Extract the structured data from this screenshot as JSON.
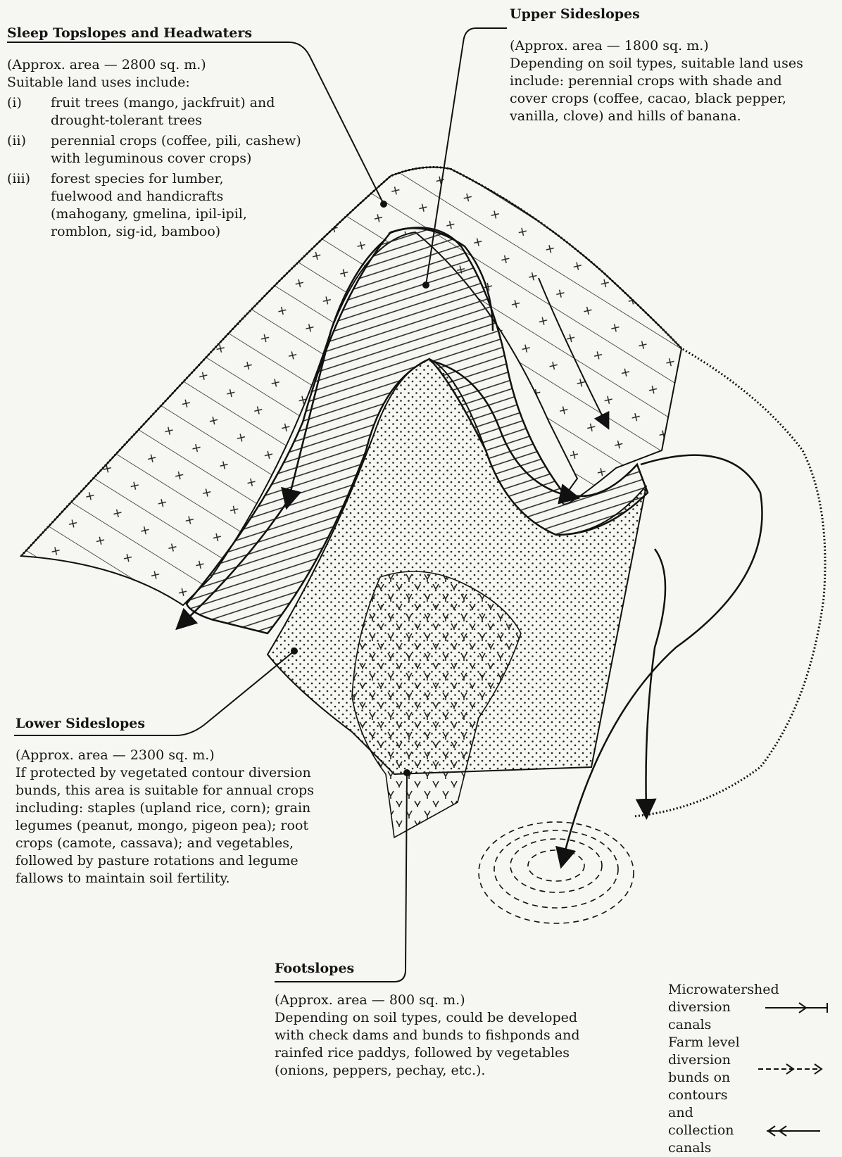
{
  "zones": {
    "steep": {
      "heading": "Sleep Topslopes and Headwaters",
      "area": "(Approx. area — 2800 sq. m.)",
      "intro": "Suitable land uses include:",
      "items": [
        {
          "num": "(i)",
          "text": "fruit trees (mango, jackfruit) and drought-tolerant trees"
        },
        {
          "num": "(ii)",
          "text": "perennial crops (coffee, pili, cashew) with leguminous cover crops)"
        },
        {
          "num": "(iii)",
          "text": "forest species for lumber, fuelwood and handicrafts (mahogany, gmelina, ipil-ipil, romblon, sig-id, bamboo)"
        }
      ]
    },
    "upper": {
      "heading": "Upper Sideslopes",
      "area": "(Approx. area — 1800 sq. m.)",
      "text": "Depending on soil types, suitable land uses include: perennial crops with shade and cover crops (coffee, cacao, black pepper, vanilla, clove) and hills of banana."
    },
    "lower": {
      "heading": "Lower Sideslopes",
      "area": "(Approx. area — 2300 sq. m.)",
      "text": "If protected by vegetated contour diversion bunds, this area is suitable for annual crops including: staples (upland rice, corn); grain legumes (peanut, mongo, pigeon pea); root crops (camote, cassava); and vegetables, followed by pasture rotations and legume fallows to maintain soil fertility."
    },
    "foot": {
      "heading": "Footslopes",
      "area": "(Approx. area — 800 sq. m.)",
      "text": "Depending on soil types, could be developed with check dams and bunds to fishponds and rainfed rice paddys, followed by vegetables (onions, peppers, pechay, etc.)."
    }
  },
  "legend": {
    "canals_label": "Microwatershed diversion canals",
    "bunds_label": "Farm level diversion bunds on contours",
    "collection_label": "and collection canals"
  }
}
